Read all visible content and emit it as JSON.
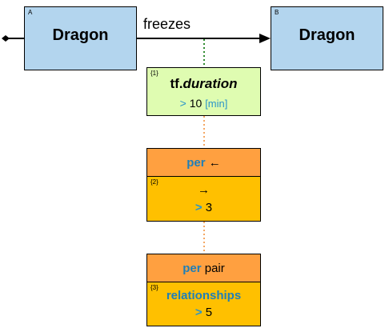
{
  "entities": {
    "a": {
      "corner": "A",
      "label": "Dragon"
    },
    "b": {
      "corner": "B",
      "label": "Dragon"
    }
  },
  "relation": {
    "label": "freezes"
  },
  "condition1": {
    "corner": "{1}",
    "prefix": "tf.",
    "field": "duration",
    "op": ">",
    "value": "10",
    "unit": "[min]"
  },
  "group2": {
    "head_keyword": "per",
    "head_arrow": "←",
    "corner": "{2}",
    "body_arrow": "→",
    "op": ">",
    "value": "3"
  },
  "group3": {
    "head_keyword": "per",
    "head_rest": "pair",
    "corner": "{3}",
    "body_field": "relationships",
    "op": ">",
    "value": "5"
  }
}
